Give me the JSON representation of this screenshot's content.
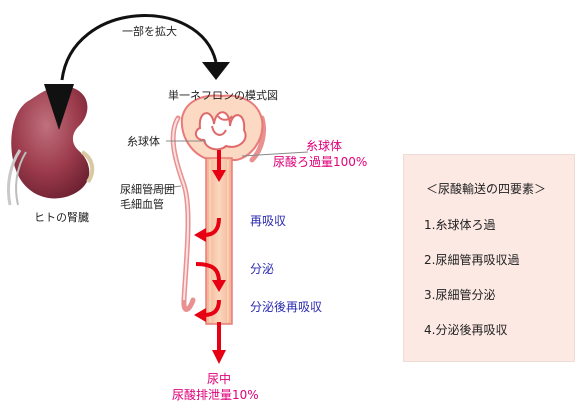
{
  "colors": {
    "kidney": "#9b3a4b",
    "kidney_light": "#c46a75",
    "tubule": "#f6c8a7",
    "tubule_edge": "#e97a7a",
    "capillary": "#e99090",
    "arrow_red": "#e60012",
    "magenta_text": "#e0007a",
    "blue_text": "#2a2ab0",
    "panel_bg": "#fce9e4"
  },
  "labels": {
    "enlarge": "一部を拡大",
    "nephron_title": "単一ネフロンの模式図",
    "kidney": "ヒトの腎臓",
    "glomerulus": "糸球体",
    "capillary_line1": "尿細管周囲",
    "capillary_line2": "毛細血管",
    "filtration_title": "糸球体",
    "filtration_value": "尿酸ろ過量100%",
    "reabsorption": "再吸収",
    "secretion": "分泌",
    "post_secretory": "分泌後再吸収",
    "urine_title": "尿中",
    "urine_value": "尿酸排泄量10%"
  },
  "panel": {
    "title": "＜尿酸輸送の四要素＞",
    "items": [
      "1.糸球体ろ過",
      "2.尿細管再吸収過",
      "3.尿細管分泌",
      "4.分泌後再吸収"
    ]
  }
}
